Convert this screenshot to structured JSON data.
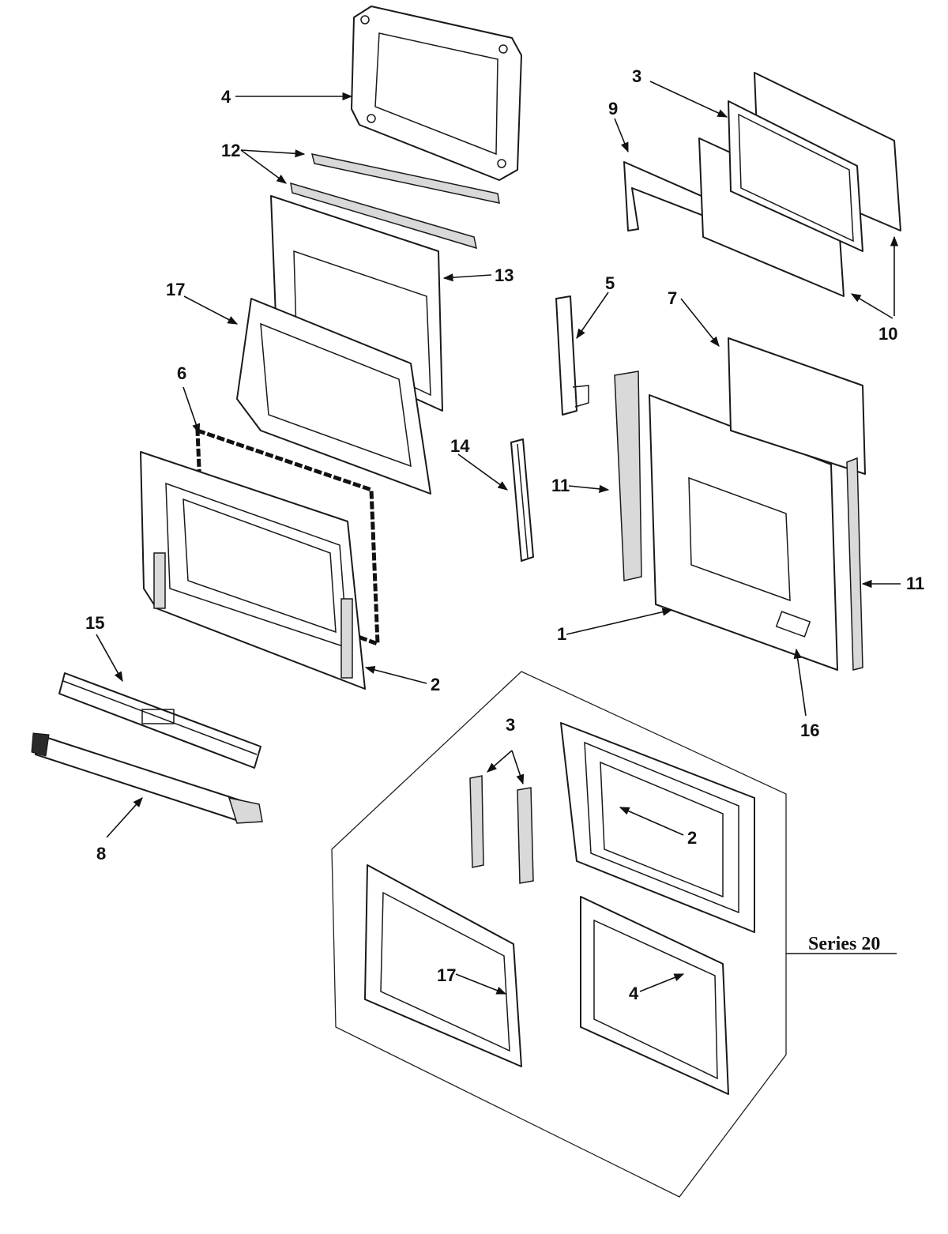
{
  "diagram": {
    "callouts": {
      "c1": "1",
      "c2_main": "2",
      "c2_series": "2",
      "c3_main": "3",
      "c3_series": "3",
      "c4_main": "4",
      "c4_series": "4",
      "c5": "5",
      "c6": "6",
      "c7": "7",
      "c8": "8",
      "c9": "9",
      "c10": "10",
      "c11_left": "11",
      "c11_right": "11",
      "c12": "12",
      "c13": "13",
      "c14": "14",
      "c15": "15",
      "c16": "16",
      "c17_main": "17",
      "c17_series": "17"
    },
    "series_label": "Series 20"
  }
}
